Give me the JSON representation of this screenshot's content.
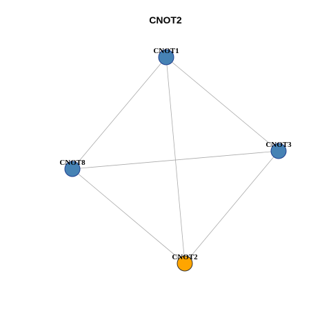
{
  "title": "CNOT2",
  "colors": {
    "node_default": "#4682B4",
    "node_query": "#FFA500",
    "node_stroke": "#1F3F8F",
    "edge": "#AAAAAA"
  },
  "network": {
    "nodes": [
      {
        "id": "CNOT1",
        "label": "CNOT1",
        "type": "neighbor"
      },
      {
        "id": "CNOT3",
        "label": "CNOT3",
        "type": "neighbor"
      },
      {
        "id": "CNOT8",
        "label": "CNOT8",
        "type": "neighbor"
      },
      {
        "id": "CNOT2",
        "label": "CNOT2",
        "type": "query"
      }
    ],
    "edges": [
      {
        "source": "CNOT1",
        "target": "CNOT3"
      },
      {
        "source": "CNOT1",
        "target": "CNOT8"
      },
      {
        "source": "CNOT1",
        "target": "CNOT2"
      },
      {
        "source": "CNOT3",
        "target": "CNOT8"
      },
      {
        "source": "CNOT3",
        "target": "CNOT2"
      },
      {
        "source": "CNOT8",
        "target": "CNOT2"
      }
    ]
  }
}
